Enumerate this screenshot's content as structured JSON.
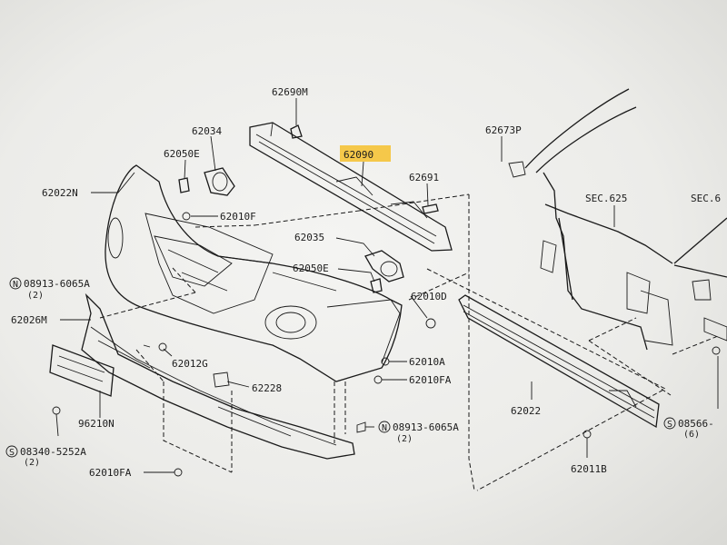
{
  "labels": {
    "p62690M": "62690M",
    "p62034": "62034",
    "p62050E_top": "62050E",
    "p62090": "62090",
    "p62673P": "62673P",
    "p62022N": "62022N",
    "p62691": "62691",
    "sec625": "SEC.625",
    "sec6_cut": "SEC.6",
    "p62010F": "62010F",
    "p62035": "62035",
    "p62050E_mid": "62050E",
    "n08913_top": "08913-6065A",
    "n08913_top_qty": "(2)",
    "p62010D": "62010D",
    "p62026M": "62026M",
    "p62012G": "62012G",
    "p62010A": "62010A",
    "p62010FA_right": "62010FA",
    "p62228": "62228",
    "p62022": "62022",
    "p96210N": "96210N",
    "n08913_bot": "08913-6065A",
    "n08913_bot_qty": "(2)",
    "n08566": "08566-",
    "n08566_qty": "(6)",
    "s08340": "08340-5252A",
    "s08340_qty": "(2)",
    "p62010FA_bottom": "62010FA",
    "p62011B": "62011B",
    "circle_N": "N",
    "circle_S": "S"
  },
  "highlight": {
    "part": "62090",
    "color": "#f5c84a"
  }
}
